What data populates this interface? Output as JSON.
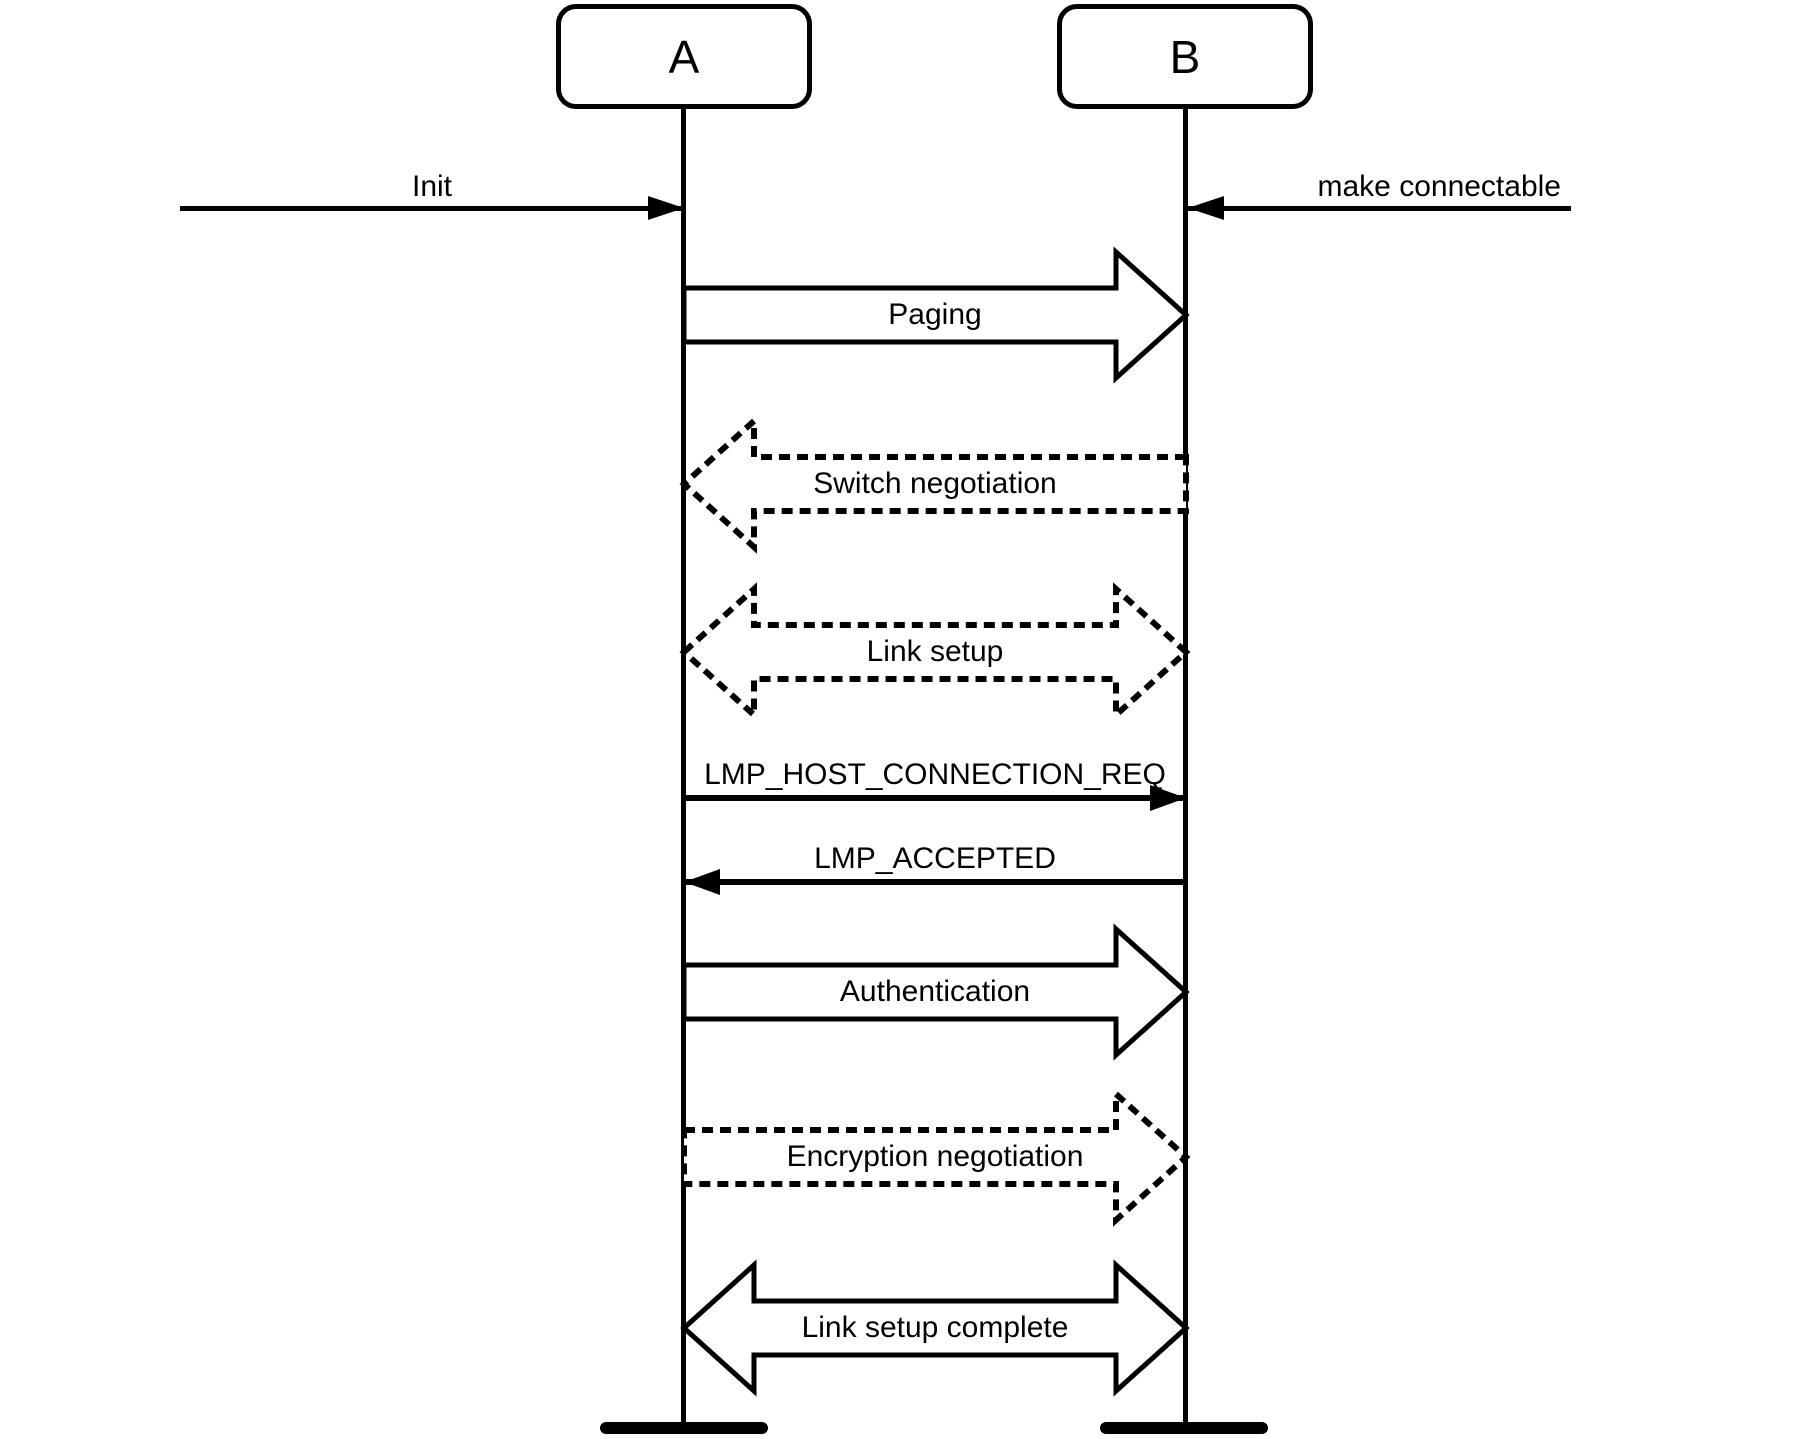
{
  "diagram": {
    "background_color": "#ffffff",
    "line_color": "#000000",
    "actors": [
      {
        "id": "A",
        "label": "A"
      },
      {
        "id": "B",
        "label": "B"
      }
    ],
    "external_signals": [
      {
        "label": "Init",
        "to": "A",
        "direction": "right",
        "style": "thin-solid"
      },
      {
        "label": "make connectable",
        "to": "B",
        "direction": "left",
        "style": "thin-solid"
      }
    ],
    "messages": [
      {
        "label": "Paging",
        "type": "block-arrow",
        "line_style": "solid",
        "direction": "right",
        "from": "A",
        "to": "B"
      },
      {
        "label": "Switch negotiation",
        "type": "block-arrow",
        "line_style": "dashed",
        "direction": "left",
        "from": "B",
        "to": "A"
      },
      {
        "label": "Link setup",
        "type": "block-arrow",
        "line_style": "dashed",
        "direction": "both",
        "from": "A",
        "to": "B"
      },
      {
        "label": "LMP_HOST_CONNECTION_REQ",
        "type": "line-arrow",
        "line_style": "solid",
        "direction": "right",
        "from": "A",
        "to": "B"
      },
      {
        "label": "LMP_ACCEPTED",
        "type": "line-arrow",
        "line_style": "solid",
        "direction": "left",
        "from": "B",
        "to": "A"
      },
      {
        "label": "Authentication",
        "type": "block-arrow",
        "line_style": "solid",
        "direction": "right",
        "from": "A",
        "to": "B"
      },
      {
        "label": "Encryption negotiation",
        "type": "block-arrow",
        "line_style": "dashed",
        "direction": "right",
        "from": "A",
        "to": "B"
      },
      {
        "label": "Link setup complete",
        "type": "block-arrow",
        "line_style": "solid",
        "direction": "both",
        "from": "A",
        "to": "B"
      }
    ]
  }
}
